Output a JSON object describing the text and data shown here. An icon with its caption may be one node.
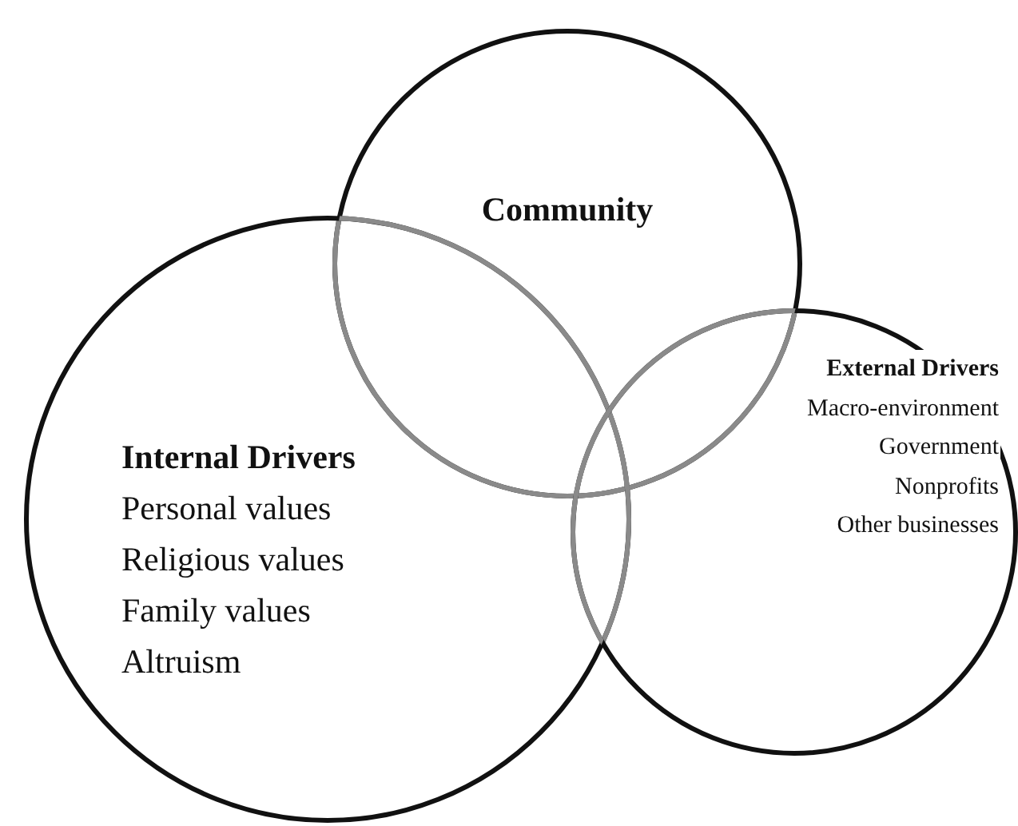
{
  "diagram": {
    "nodes": [
      {
        "text": [
          "Community"
        ]
      },
      {
        "text": [
          "Internal Drivers",
          "Personal values",
          "Religious values",
          "Family values",
          "Altruism"
        ]
      },
      {
        "text": [
          "External Drivers",
          "Macro-environment",
          "Government",
          "Nonprofits",
          "Other businesses"
        ]
      }
    ]
  }
}
